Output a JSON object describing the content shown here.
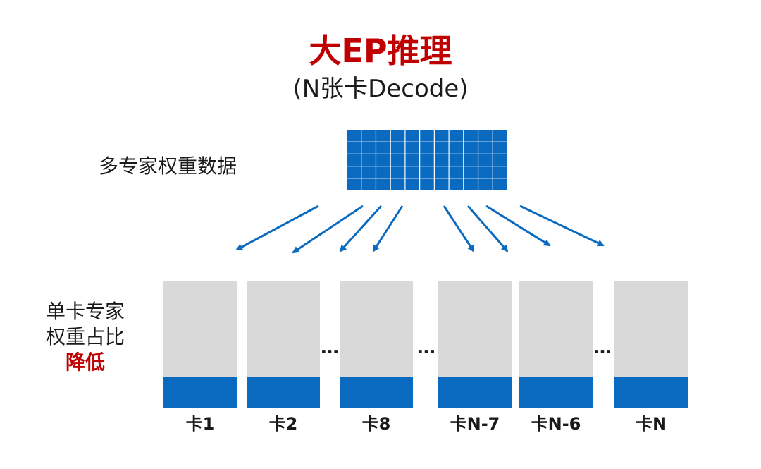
{
  "title": "大EP推理",
  "subtitle": "(N张卡Decode)",
  "weights_label": "多专家权重数据",
  "side_label": {
    "line1": "单卡专家",
    "line2": "权重占比",
    "line3": "降低"
  },
  "ellipsis": "…",
  "cards": [
    {
      "label": "卡1"
    },
    {
      "label": "卡2"
    },
    {
      "label": "卡8"
    },
    {
      "label": "卡N-7"
    },
    {
      "label": "卡N-6"
    },
    {
      "label": "卡N"
    }
  ],
  "matrix": {
    "rows": 5,
    "cols": 11
  },
  "colors": {
    "accent_red": "#c00000",
    "blue": "#0a6abf",
    "card_gray": "#d9d9d9",
    "grid_line": "#ffffff"
  }
}
